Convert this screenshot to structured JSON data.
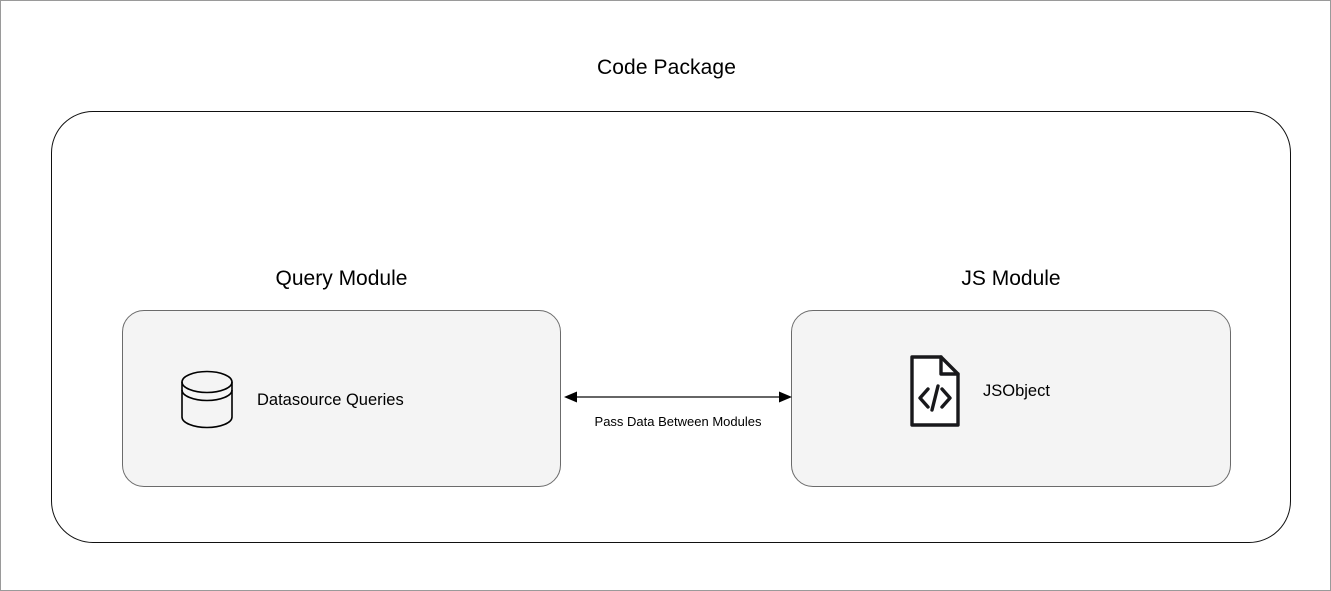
{
  "diagram": {
    "title": "Code Package",
    "colors": {
      "page_border": "#9a9a9a",
      "package_border": "#111111",
      "module_fill": "#f4f4f4",
      "module_border": "#6b6b6b",
      "arrow_line": "#666666",
      "arrow_head": "#000000",
      "text": "#000000"
    },
    "modules": [
      {
        "id": "query-module",
        "label": "Query Module",
        "item": {
          "icon": "database-icon",
          "label": "Datasource Queries"
        }
      },
      {
        "id": "js-module",
        "label": "JS Module",
        "item": {
          "icon": "code-file-icon",
          "label": "JSObject"
        }
      }
    ],
    "connector": {
      "label": "Pass Data Between Modules",
      "direction": "bidirectional",
      "icon": "double-arrow-icon"
    }
  }
}
